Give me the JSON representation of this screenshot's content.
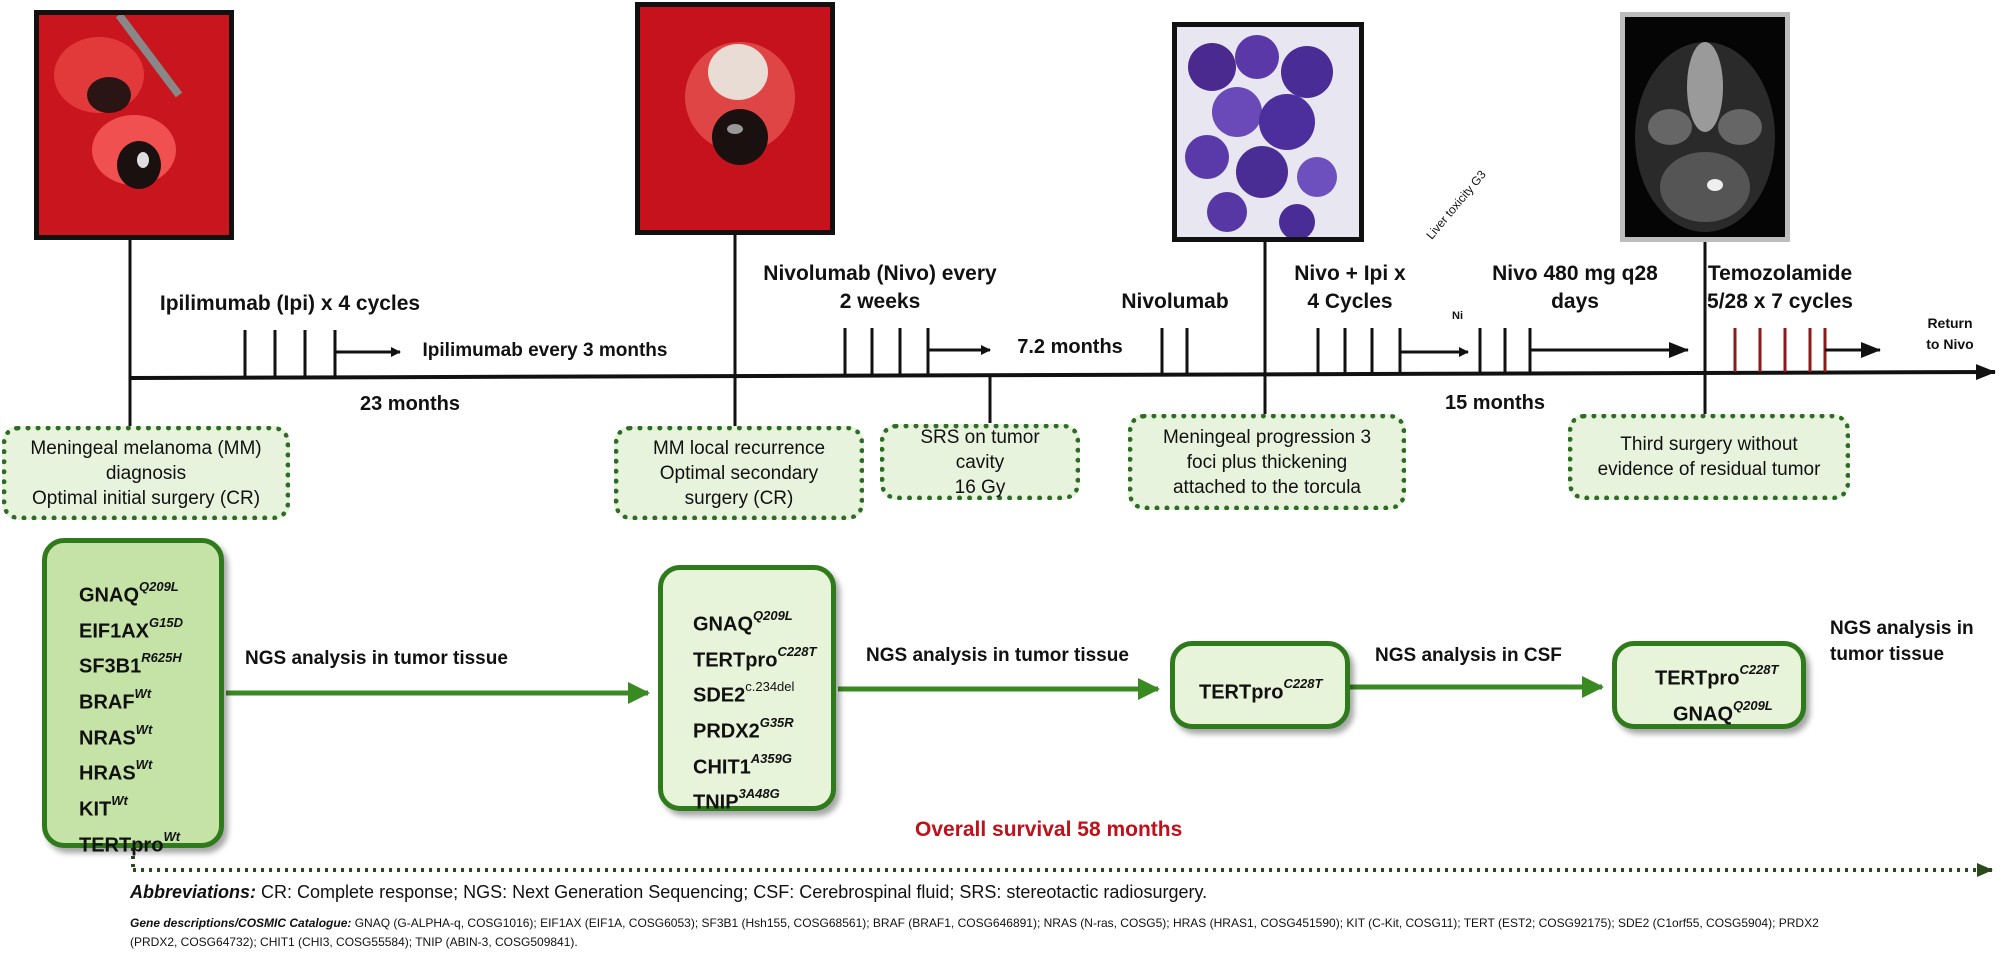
{
  "timeline": {
    "therapies": {
      "ipi_cycles": "Ipilimumab (Ipi) x 4 cycles",
      "ipi_every": "Ipilimumab every 3 months",
      "nivo_every_1": "Nivolumab (Nivo) every",
      "nivo_every_2": "2 weeks",
      "nivolumab": "Nivolumab",
      "nivo_ipi_1": "Nivo + Ipi x",
      "nivo_ipi_2": "4 Cycles",
      "nivo480_1": "Nivo 480 mg q28",
      "nivo480_2": "days",
      "tmz_1": "Temozolamide",
      "tmz_2": "5/28 x 7 cycles",
      "return_1": "Return",
      "return_2": "to Nivo",
      "liver_toxicity": "Liver toxicity G3",
      "nivo_abbrev": "Ni"
    },
    "durations": {
      "d1": "23 months",
      "d2": "7.2 months",
      "d3": "15 months"
    },
    "events": {
      "e1": [
        "Meningeal melanoma (MM)",
        "diagnosis",
        "Optimal initial surgery (CR)"
      ],
      "e2": [
        "MM local recurrence",
        "Optimal secondary",
        "surgery (CR)"
      ],
      "e3": [
        "SRS on tumor cavity",
        "16 Gy"
      ],
      "e4": [
        "Meningeal progression 3",
        "foci plus thickening",
        "attached to the torcula"
      ],
      "e5": [
        "Third surgery without",
        "evidence of residual tumor"
      ]
    },
    "images": {
      "img1": "surgery-photo",
      "img2": "recurrence-surgery-photo",
      "img3": "csf-cytology-photo",
      "img4": "mri-scan"
    }
  },
  "ngs": {
    "panel1": [
      {
        "gene": "GNAQ",
        "mut": "Q209L"
      },
      {
        "gene": "EIF1AX",
        "mut": "G15D"
      },
      {
        "gene": "SF3B1",
        "mut": "R625H"
      },
      {
        "gene": "BRAF",
        "mut": "Wt"
      },
      {
        "gene": "NRAS",
        "mut": "Wt"
      },
      {
        "gene": "HRAS",
        "mut": "Wt"
      },
      {
        "gene": "KIT",
        "mut": "Wt"
      },
      {
        "gene": "TERTpro",
        "mut": "Wt"
      }
    ],
    "panel2": [
      {
        "gene": "GNAQ",
        "mut": "Q209L"
      },
      {
        "gene": "TERTpro",
        "mut": "C228T"
      },
      {
        "gene": "SDE2",
        "mut": "c.234del"
      },
      {
        "gene": "PRDX2",
        "mut": "G35R"
      },
      {
        "gene": "CHIT1",
        "mut": "A359G"
      },
      {
        "gene": "TNIP",
        "mut": "3A48G"
      }
    ],
    "panel3": [
      {
        "gene": "TERTpro",
        "mut": "C228T"
      }
    ],
    "panel4": [
      {
        "gene": "TERTpro",
        "mut": "C228T"
      },
      {
        "gene": "GNAQ",
        "mut": "Q209L"
      }
    ],
    "arrow1": "NGS analysis in tumor tissue",
    "arrow2": "NGS analysis in tumor tissue",
    "arrow3": "NGS analysis in CSF",
    "arrow4_1": "NGS analysis in",
    "arrow4_2": "tumor tissue"
  },
  "overall_survival": "Overall survival 58 months",
  "abbreviations": {
    "heading": "Abbreviations:",
    "text": " CR: Complete response; NGS: Next Generation Sequencing; CSF: Cerebrospinal fluid; SRS: stereotactic radiosurgery."
  },
  "gene_descriptions": {
    "heading": "Gene descriptions/COSMIC Catalogue:",
    "text": " GNAQ (G-ALPHA-q, COSG1016); EIF1AX (EIF1A, COSG6053); SF3B1 (Hsh155, COSG68561); BRAF (BRAF1, COSG646891); NRAS (N-ras, COSG5); HRAS (HRAS1, COSG451590); KIT (C-Kit, COSG11); TERT (EST2; COSG92175); SDE2 (C1orf55, COSG5904); PRDX2 (PRDX2, COSG64732); CHIT1 (CHI3, COSG55584); TNIP (ABIN-3, COSG509841)."
  },
  "colors": {
    "green_dark": "#2f7a1b",
    "green_fill": "#c5e3a6",
    "red_text": "#c0101a",
    "tmz_ticks": "#8b1a1a"
  }
}
